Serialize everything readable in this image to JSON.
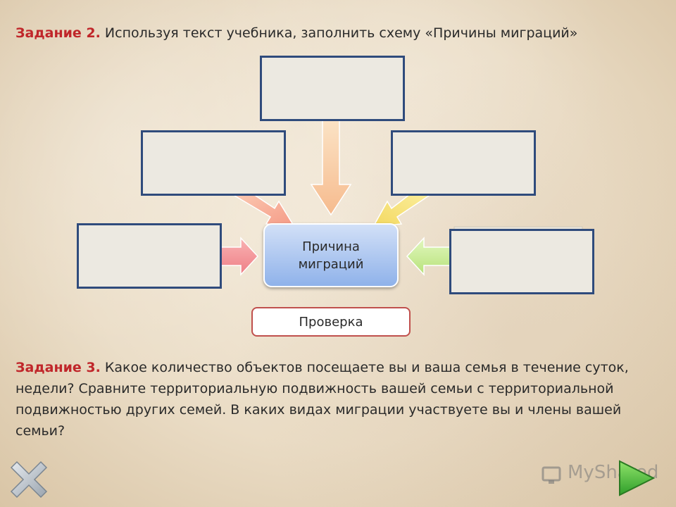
{
  "task2": {
    "title": "Задание 2.",
    "text": " Используя текст учебника, заполнить схему «Причины миграций»"
  },
  "diagram": {
    "center_label": "Причина миграций",
    "arrow_colors": {
      "left": "#f28a8a",
      "upper_left": "#f5a78e",
      "top": "#f7c59a",
      "upper_right": "#f5e27a",
      "right": "#c9ec8e"
    },
    "box_border_color": "#2f4b7c",
    "box_fill_color": "#ece9e1"
  },
  "check_button": {
    "label": "Проверка"
  },
  "task3": {
    "title": "Задание 3.",
    "text": " Какое количество объектов посещаете вы и ваша семья в течение суток, недели? Сравните территориальную подвижность вашей семьи с территориальной подвижностью других семей. В каких видах миграции участвуете вы и члены вашей семьи?"
  },
  "watermark": "MyShared",
  "icons": {
    "close": "close-x-icon",
    "next": "next-arrow-icon",
    "watermark": "myshared-logo-icon"
  }
}
